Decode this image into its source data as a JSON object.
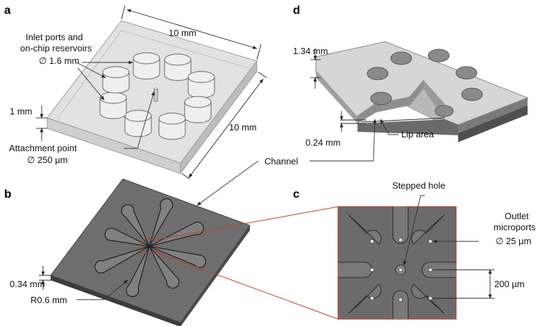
{
  "panels": {
    "a": "a",
    "b": "b",
    "c": "c",
    "d": "d"
  },
  "labels": {
    "inlet_line1": "Inlet ports and",
    "inlet_line2": "on-chip reservoirs",
    "inlet_dia": "∅ 1.6 mm",
    "width_top": "10 mm",
    "width_side": "10 mm",
    "thickness_a": "1 mm",
    "attach_line1": "Attachment point",
    "attach_line2": "∅ 250 µm",
    "thickness_d": "1.34 mm",
    "lip_depth": "0.24 mm",
    "lip_area": "Lip area",
    "channel": "Channel",
    "stepped_hole": "Stepped hole",
    "outlet_line1": "Outlet",
    "outlet_line2": "microports",
    "outlet_dia": "∅ 25 µm",
    "pitch": "200 µm",
    "thickness_b": "0.34 mm",
    "radius": "R0.6 mm"
  },
  "colors": {
    "transparent_chip": "#d8d8d8",
    "chip_edge": "#9a9a9a",
    "dark_chip": "#6b6b6b",
    "zoom_box": "#c0392b",
    "light_chip": "#d3d3d3"
  }
}
